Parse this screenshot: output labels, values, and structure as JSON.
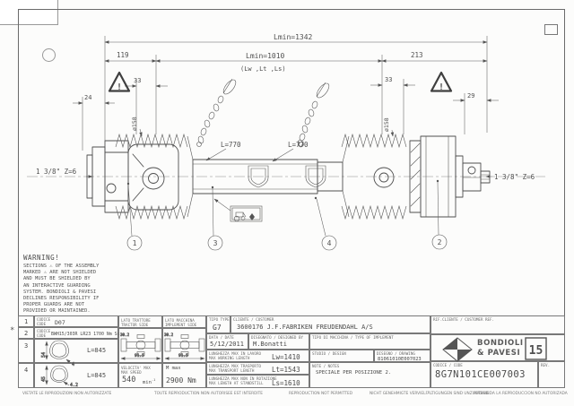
{
  "drawing": {
    "dim_overall": "Lmin=1342",
    "dim_left_offset": "119",
    "dim_inner": "Lmin=1010",
    "dim_inner_sub": "(Lw ,Lt ,Ls)",
    "dim_right_offset": "213",
    "dim_33_left": "33",
    "dim_24": "24",
    "dim_33_right": "33",
    "dim_29": "29",
    "dia_left": "ø158",
    "dia_right": "ø158",
    "tube1_len": "L=770",
    "tube2_len": "L=770",
    "spline_left": "1 3/8\" Z=6",
    "spline_right": "1 3/8\" Z=6",
    "balloon_1": "1",
    "balloon_2": "2",
    "balloon_3": "3",
    "balloon_4": "4",
    "triangle_mark": "!"
  },
  "warning": {
    "title": "WARNING!",
    "lines": [
      "SECTIONS ⚠ OF THE ASSEMBLY",
      "MARKED ⚠ ARE NOT SHIELDED",
      "AND MUST BE SHIELDED BY",
      "AN INTERACTIVE GUARDING",
      "SYSTEM. BONDIOLI & PAVESI",
      "DECLINES RESPONSIBILITY IF",
      "PROPER GUARDS ARE NOT",
      "PROVIDED OR MAINTAINED."
    ]
  },
  "parts_table": {
    "row2_mark": "*",
    "code_it": "CODICE",
    "code_en": "CODE",
    "rows": [
      {
        "pos": "1",
        "value": "D07"
      },
      {
        "pos": "2",
        "value": "BWH15/303R LR23 1700 Nm Sx"
      },
      {
        "pos": "3",
        "value": "L=845",
        "profile_height": "54",
        "wall": "4"
      },
      {
        "pos": "4",
        "value": "L=845",
        "profile_height": "45",
        "wall": "4.2"
      }
    ]
  },
  "joint_table": {
    "tractor_it": "LATO TRATTORE",
    "tractor_en": "TRACTOR SIDE",
    "implement_it": "LATO MACCHINA",
    "implement_en": "IMPLEMENT SIDE",
    "cross_h_left": "30.2",
    "cross_w_left": "91.5",
    "cross_h_right": "30.2",
    "cross_w_right": "91.5",
    "speed_it": "VELOCITA' MAX",
    "speed_en": "MAX SPEED",
    "speed_value": "540",
    "speed_unit": "min",
    "speed_exp": "-1",
    "torque_label": "M max",
    "torque_value": "2900 Nm"
  },
  "title_block": {
    "tipo_label": "TIPO TYPE",
    "tipo_value": "G7",
    "cliente_label": "CLIENTE / CUSTOMER",
    "cliente_value": "3600176   J.F.FABRIKEN FREUDENDAHL A/S",
    "rif_label": "RIF.CLIENTE / CUSTOMER REF.",
    "data_label": "DATA / DATE",
    "data_value": "5/12/2011",
    "disegnato_label": "DISEGNATO / DESIGNED BY",
    "disegnato_value": "M.Bonatti",
    "macchina_label": "TIPO DI MACCHINA / TYPE OF IMPLEMENT",
    "lw_label_it": "LUNGHEZZA MAX IN LAVORO",
    "lw_label_en": "MAX WORKING LENGTH",
    "lw_value": "Lw=1410",
    "studio_label": "STUDIO / DESIGN",
    "disegno_label": "DISEGNO / DRAWING",
    "disegno_value": "81061010E007023",
    "lt_label_it": "LUNGHEZZA MAX TRASPORTO",
    "lt_label_en": "MAX TRANSPORT LENGTH",
    "lt_value": "Lt=1543",
    "note_label": "NOTE / NOTES",
    "note_value": "SPECIALE PER POSIZIONE 2.",
    "ls_label_it": "LUNGHEZZA MAX NON IN ROTAZIONE",
    "ls_label_en": "MAX LENGTH AT STANDSTILL",
    "ls_value": "Ls=1610",
    "logo_line1": "BONDIOLI",
    "logo_line2": "& PAVESI",
    "logo_mark": "15",
    "codice_label": "CODICE / CODE",
    "codice_value": "8G7N101CE007003",
    "rev_label": "REV."
  },
  "notices": {
    "it": "VIETATE LE RIPRODUZIONI NON AUTORIZZATE",
    "fr": "TOUTE REPRODUCTION NON AUTORISEE EST INTERDITE",
    "en": "REPRODUCTION NOT PERMITTED",
    "de": "NICHT GENEHMIGTE VERVIELFÄLTIGUNGEN SIND UNZULÄSSIG",
    "es": "PROHIBIDA LA REPRODUCCION NO AUTORIZADA"
  }
}
